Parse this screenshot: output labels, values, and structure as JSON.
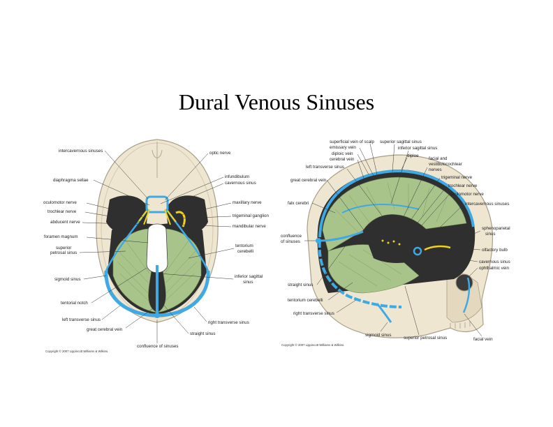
{
  "title": "Dural Venous Sinuses",
  "left_figure": {
    "labels": {
      "intercavernous_sinuses": "intercavernous sinuses",
      "optic_nerve": "optic nerve",
      "infundibulum": "infundibulum",
      "cavernous_sinus": "cavernous sinus",
      "diaphragma_sellae": "diaphragma sellae",
      "maxillary_nerve": "maxillary nerve",
      "oculomotor_nerve": "oculomotor nerve",
      "trigeminal_ganglion": "trigeminal ganglion",
      "trochlear_nerve": "trochlear nerve",
      "abducent_nerve": "abducent nerve",
      "mandibular_nerve": "mandibular nerve",
      "foramen_magnum": "foramen magnum",
      "superior_petrosal_sinus_1": "superior",
      "superior_petrosal_sinus_2": "petrosal sinus",
      "tentorium_cerebelli_1": "tentorium",
      "tentorium_cerebelli_2": "cerebelli",
      "sigmoid_sinus": "sigmoid sinus",
      "inferior_sagittal_sinus_1": "inferior sagittal",
      "inferior_sagittal_sinus_2": "sinus",
      "tentorial_notch": "tentorial notch",
      "left_transverse_sinus": "left transverse sinus",
      "great_cerebral_vein": "great cerebral vein",
      "right_transverse_sinus": "right transverse sinus",
      "straight_sinus": "straight sinus",
      "confluence_of_sinuses": "confluence of sinuses"
    },
    "copyright": "Copyright © 2007 Lippincott Williams & Wilkins."
  },
  "right_figure": {
    "labels": {
      "superficial_vein_of_scalp": "superficial vein of scalp",
      "emissary_vein": "emissary vein",
      "superior_sagittal_sinus": "superior sagittal sinus",
      "diploic_vein": "diploic vein",
      "inferior_sagittal_sinus": "inferior sagittal sinus",
      "cerebral_vein": "cerebral vein",
      "diploe": "diploe",
      "left_transverse_sinus": "left transverse sinus",
      "facial_vestibulocochlear_1": "facial and",
      "facial_vestibulocochlear_2": "vestibulocochlear",
      "facial_vestibulocochlear_3": "nerves",
      "great_cerebral_vein": "great cerebral vein",
      "trigeminal_nerve": "trigeminal nerve",
      "trochlear_nerve": "trochlear nerve",
      "oculomotor_nerve": "oculomotor nerve",
      "falx_cerebri": "falx cerebri",
      "intercavernous_sinuses": "intercavernous sinuses",
      "sphenoparietal_sinus_1": "sphenoparietal",
      "sphenoparietal_sinus_2": "sinus",
      "confluence_of_sinuses_1": "confluence",
      "confluence_of_sinuses_2": "of sinuses",
      "olfactory_bulb": "olfactory bulb",
      "cavernous_sinus": "cavernous sinus",
      "ophthalmic_vein": "ophthalmic vein",
      "straight_sinus": "straight sinus",
      "tentorium_cerebelli": "tentorium cerebelli",
      "right_transverse_sinus": "right transverse sinus",
      "sigmoid_sinus": "sigmoid sinus",
      "superior_petrosal_sinus": "superior petrosal sinus",
      "facial_vein": "facial vein"
    },
    "copyright": "Copyright © 2007 Lippincott Williams & Wilkins."
  },
  "colors": {
    "bone": "#efe6d2",
    "bone_edge": "#a89f88",
    "cavity": "#2f2f2f",
    "tentorium": "#a9c48b",
    "sinus_blue": "#3fa9e3",
    "nerve_yellow": "#f1d31c"
  }
}
